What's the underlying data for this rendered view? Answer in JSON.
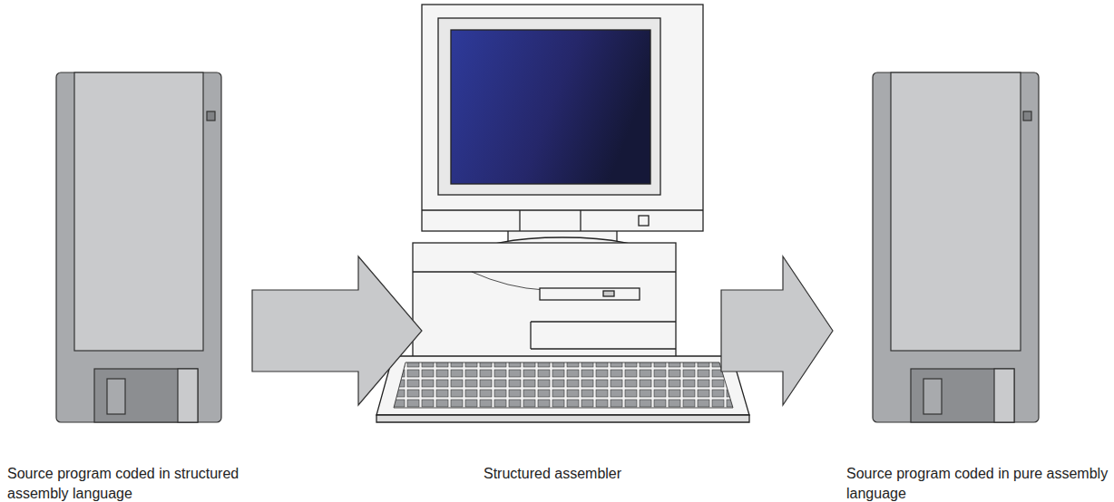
{
  "diagram": {
    "nodes": [
      {
        "text": [
          "Source program coded in structured assembly language"
        ]
      },
      {
        "text": [
          "Structured assembler"
        ]
      },
      {
        "text": [
          "Source program coded in pure assembly language"
        ]
      }
    ],
    "edges": [
      {
        "from": 0,
        "to": 1,
        "arrow": "to"
      },
      {
        "from": 1,
        "to": 2,
        "arrow": "to"
      }
    ]
  }
}
